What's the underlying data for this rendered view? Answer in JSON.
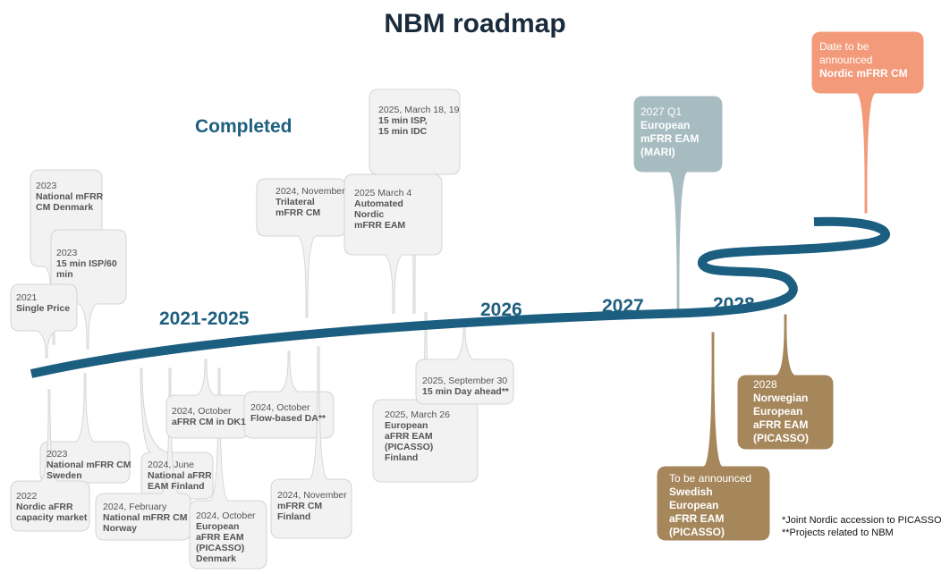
{
  "title": "NBM roadmap",
  "completed_label": "Completed",
  "years": [
    "2021-2025",
    "2026",
    "2027",
    "2028"
  ],
  "milestones": {
    "m2023_mfrr_dk": {
      "date": "2023",
      "text": "National mFRR\nCM Denmark"
    },
    "m2023_isp": {
      "date": "2023",
      "text": "15 min ISP/60\nmin"
    },
    "m2021": {
      "date": "2021",
      "text": "Single Price"
    },
    "m2023_mfrr_se": {
      "date": "2023",
      "text": "National mFRR CM\nSweden"
    },
    "m2022": {
      "date": "2022",
      "text": "Nordic aFRR\ncapacity market"
    },
    "m2024_oct_dk1": {
      "date": "2024, October",
      "text": "aFRR CM in DK1"
    },
    "m2024_jun": {
      "date": "2024, June",
      "text": "National aFRR\nEAM Finland"
    },
    "m2024_feb": {
      "date": "2024, February",
      "text": "National mFRR CM\nNorway"
    },
    "m2024_oct_pic": {
      "date": "2024, October",
      "text": "European\naFRR EAM\n(PICASSO)\nDenmark"
    },
    "m2024_nov_tri": {
      "date": "2024, November",
      "text": "Trilateral\nmFRR CM"
    },
    "m2024_oct_fb": {
      "date": "2024, October",
      "text": "Flow-based DA**"
    },
    "m2024_nov_fi": {
      "date": "2024, November",
      "text": "mFRR CM\nFinland"
    },
    "m2025_mar18": {
      "date": "2025, March 18, 19",
      "text": "15 min ISP,\n15 min IDC"
    },
    "m2025_mar4": {
      "date": "2025 March 4",
      "text": "Automated\nNordic\nmFRR EAM"
    },
    "m2025_sep30": {
      "date": "2025, September 30",
      "text": "15 min Day ahead**"
    },
    "m2025_mar26": {
      "date": "2025, March 26",
      "text": "European\naFRR EAM\n(PICASSO)\nFinland"
    },
    "m2027_q1": {
      "date": "2027 Q1",
      "text": "European\nmFRR EAM\n(MARI)"
    },
    "m_tba_nordic": {
      "date": "Date to be\nannounced",
      "text": "Nordic mFRR CM"
    },
    "m2028_no": {
      "date": "2028",
      "text": "Norwegian\nEuropean\naFRR EAM\n(PICASSO)"
    },
    "m_tba_se": {
      "date": "To be announced",
      "text": "Swedish\nEuropean\naFRR EAM\n(PICASSO)"
    }
  },
  "footnotes": [
    "*Joint Nordic accession to PICASSO",
    "**Projects related to NBM"
  ],
  "colors": {
    "road": "#1b5e80",
    "completed_box": "#f2f2f2",
    "completed_border": "#d4d4d4",
    "mari": "#a7bcc1",
    "nordic_mfrr": "#f29a7a",
    "picasso_brown": "#a6875c",
    "year_text": "#1f5f7f"
  }
}
